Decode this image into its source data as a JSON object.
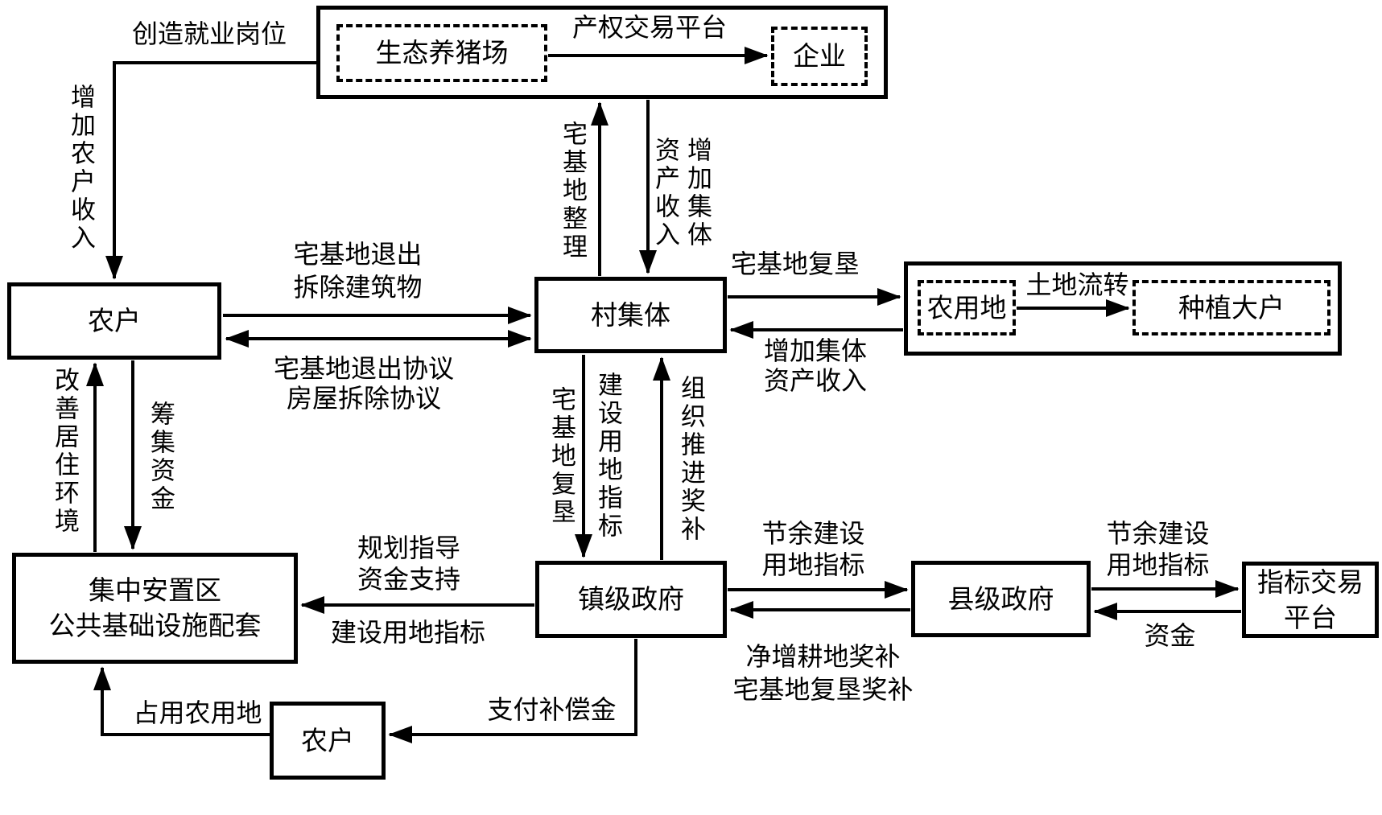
{
  "colors": {
    "line": "#000000",
    "background": "#ffffff"
  },
  "nodes": {
    "eco_pig_farm": "生态养猪场",
    "enterprise": "企业",
    "farmer": "农户",
    "village_collective": "村集体",
    "farmland": "农用地",
    "large_planter": "种植大户",
    "resettlement_area": "集中安置区\n公共基础设施配套",
    "town_government": "镇级政府",
    "county_government": "县级政府",
    "index_trading_platform": "指标交易\n平台",
    "farmer_bottom": "农户"
  },
  "edge_labels": {
    "create_jobs": "创造就业岗位",
    "increase_farmer_income": "增加农户收入",
    "property_rights_trading_platform": "产权交易平台",
    "homestead_consolidation": "宅基地整理",
    "increase_collective_asset_income_vertical": "增加集体资产收入",
    "homestead_exit_demolish": "宅基地退出\n拆除建筑物",
    "homestead_exit_agreements": "宅基地退出协议\n房屋拆除协议",
    "homestead_reclamation": "宅基地复垦",
    "increase_collective_asset_income": "增加集体\n资产收入",
    "land_transfer": "土地流转",
    "homestead_reclamation_vertical": "宅基地复垦",
    "construction_land_index_vertical": "建设用地指标",
    "organize_promote_reward": "组织推进奖补",
    "improve_living_environment": "改善居住环境",
    "raise_funds": "筹集资金",
    "planning_guidance_funding": "规划指导\n资金支持",
    "construction_land_index": "建设用地指标",
    "surplus_construction_index_town": "节余建设\n用地指标",
    "net_cropland_rewards": "净增耕地奖补\n宅基地复垦奖补",
    "surplus_construction_index_county": "节余建设\n用地指标",
    "funds": "资金",
    "occupy_farmland": "占用农用地",
    "pay_compensation": "支付补偿金"
  }
}
